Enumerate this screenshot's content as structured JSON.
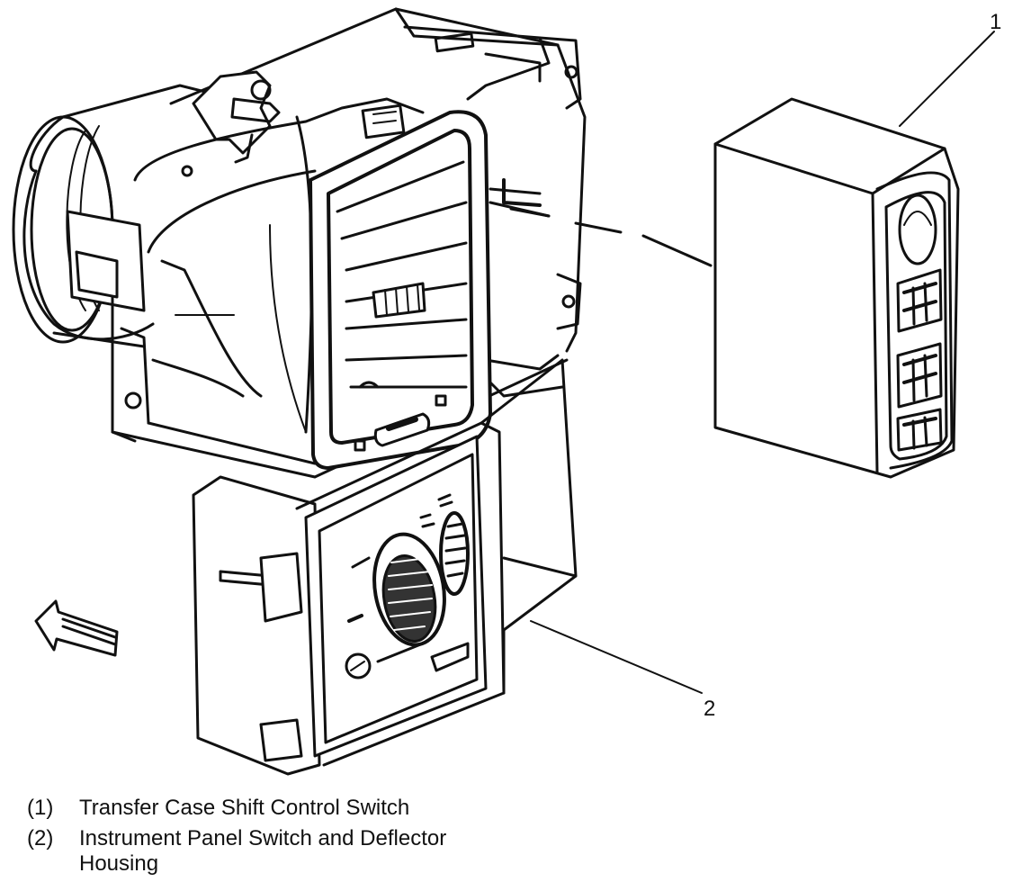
{
  "callouts": [
    {
      "number": "1",
      "description": "Transfer Case Shift Control Switch"
    },
    {
      "number": "2",
      "description": "Instrument Panel Switch and Deflector Housing"
    }
  ],
  "legend": [
    {
      "number": "(1)",
      "text": "Transfer Case Shift Control Switch"
    },
    {
      "number": "(2)",
      "text": "Instrument Panel Switch and Deflector Housing"
    }
  ],
  "icons": [
    "direction-arrow-icon",
    "headlamp-icon",
    "defrost-icon",
    "dome-lamp-icon"
  ]
}
